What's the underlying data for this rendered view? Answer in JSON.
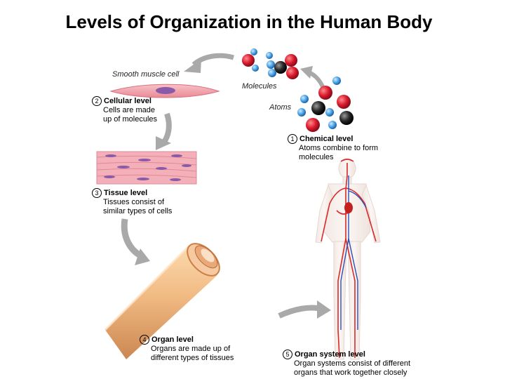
{
  "title": "Levels of Organization in the Human Body",
  "labels": {
    "molecules": "Molecules",
    "atoms": "Atoms",
    "smooth_muscle_cell": "Smooth muscle cell"
  },
  "levels": [
    {
      "number": "1",
      "name": "Chemical level",
      "desc_line1": "Atoms combine to form",
      "desc_line2": "molecules"
    },
    {
      "number": "2",
      "name": "Cellular level",
      "desc_line1": "Cells are made",
      "desc_line2": "up of molecules"
    },
    {
      "number": "3",
      "name": "Tissue level",
      "desc_line1": "Tissues consist of",
      "desc_line2": "similar types of cells"
    },
    {
      "number": "4",
      "name": "Organ level",
      "desc_line1": "Organs are made up of",
      "desc_line2": "different types of tissues"
    },
    {
      "number": "5",
      "name": "Organ system level",
      "desc_line1": "Organ systems consist of different",
      "desc_line2": "organs that work together closely"
    }
  ],
  "colors": {
    "atom_red": "#d8182c",
    "atom_blue": "#4aa2e4",
    "atom_black": "#2a2a2a",
    "arrow_gray": "#a9a9a9",
    "muscle_pink": "#f3a7b0",
    "nucleus_purple": "#8a5aa8",
    "organ_tan": "#f0b67c",
    "vessel_red": "#d92a2a",
    "vessel_blue": "#2a4fb8"
  }
}
